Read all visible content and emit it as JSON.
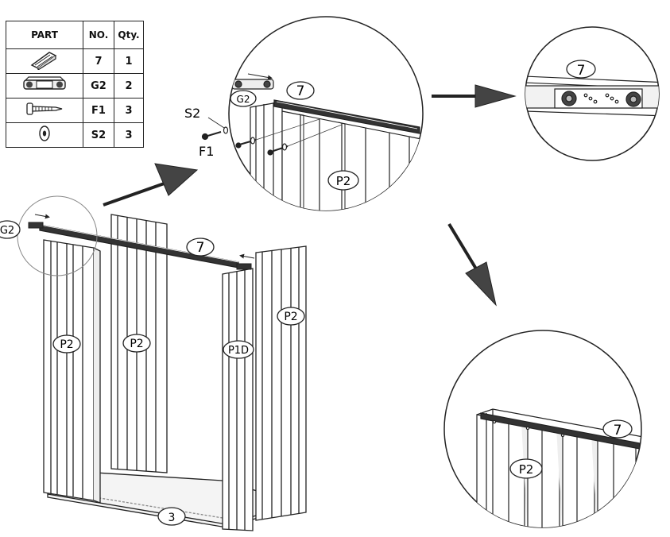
{
  "parts_table": {
    "headers": [
      "PART",
      "NO.",
      "Qty."
    ],
    "rows": [
      {
        "icon": "channel-bar-icon",
        "no": "7",
        "qty": "1"
      },
      {
        "icon": "bracket-icon",
        "no": "G2",
        "qty": "2"
      },
      {
        "icon": "screw-icon",
        "no": "F1",
        "qty": "3"
      },
      {
        "icon": "washer-icon",
        "no": "S2",
        "qty": "3"
      }
    ]
  },
  "labels": {
    "rail_main": "7",
    "bracket_main": "G2",
    "panel_front_left": "P2",
    "panel_back": "P2",
    "panel_door": "P1D",
    "panel_right": "P2",
    "base": "3",
    "zoom1_rail": "7",
    "zoom1_bracket": "G2",
    "zoom1_washer": "S2",
    "zoom1_screw": "F1",
    "zoom1_panel": "P2",
    "zoom2_rail": "7",
    "zoom3_rail": "7",
    "zoom3_panel": "P2"
  }
}
